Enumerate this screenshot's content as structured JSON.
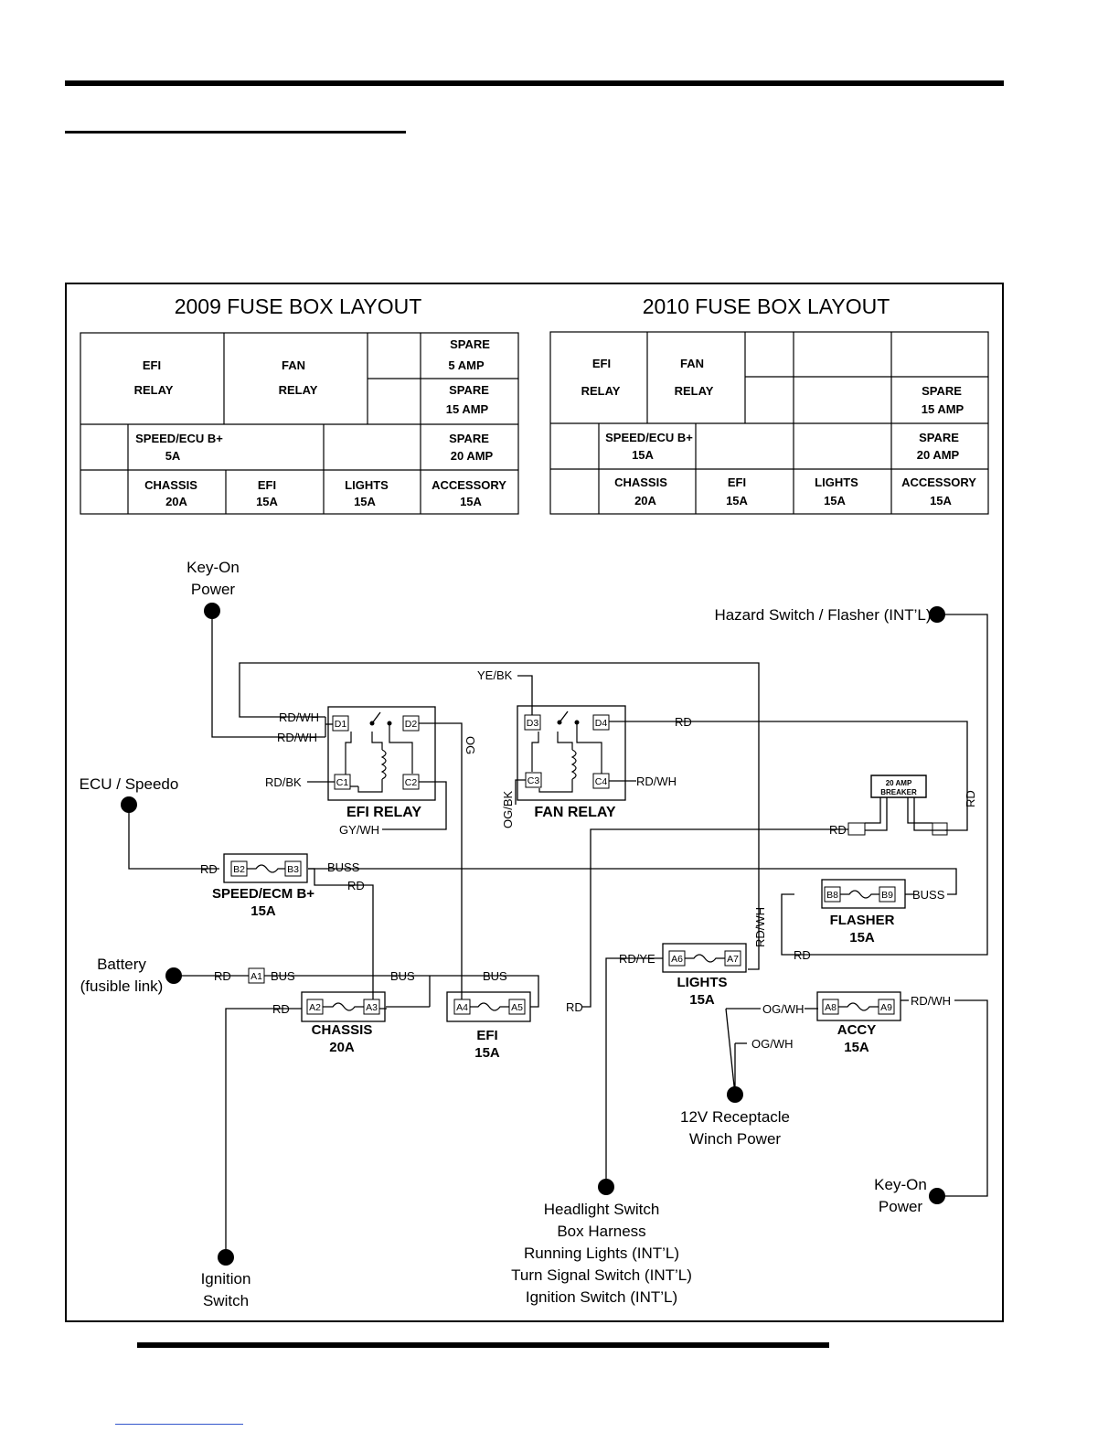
{
  "layout_2009": {
    "title": "2009 FUSE BOX LAYOUT",
    "efi_relay": [
      "EFI",
      "RELAY"
    ],
    "fan_relay": [
      "FAN",
      "RELAY"
    ],
    "spare_5": [
      "SPARE",
      "5 AMP"
    ],
    "spare_15": [
      "SPARE",
      "15 AMP"
    ],
    "speed": [
      "SPEED/ECU B+",
      "5A"
    ],
    "spare_20": [
      "SPARE",
      "20 AMP"
    ],
    "chassis": [
      "CHASSIS",
      "20A"
    ],
    "efi": [
      "EFI",
      "15A"
    ],
    "lights": [
      "LIGHTS",
      "15A"
    ],
    "accessory": [
      "ACCESSORY",
      "15A"
    ]
  },
  "layout_2010": {
    "title": "2010 FUSE BOX LAYOUT",
    "efi_relay": [
      "EFI",
      "RELAY"
    ],
    "fan_relay": [
      "FAN",
      "RELAY"
    ],
    "spare_15": [
      "SPARE",
      "15 AMP"
    ],
    "speed": [
      "SPEED/ECU B+",
      "15A"
    ],
    "spare_20": [
      "SPARE",
      "20 AMP"
    ],
    "chassis": [
      "CHASSIS",
      "20A"
    ],
    "efi": [
      "EFI",
      "15A"
    ],
    "lights": [
      "LIGHTS",
      "15A"
    ],
    "accessory": [
      "ACCESSORY",
      "15A"
    ]
  },
  "endpoints": {
    "key_on_top": [
      "Key-On",
      "Power"
    ],
    "hazard": "Hazard Switch / Flasher (INT’L)",
    "ecu_speedo": "ECU / Speedo",
    "battery": [
      "Battery",
      "(fusible link)"
    ],
    "receptacle": [
      "12V Receptacle",
      "Winch Power"
    ],
    "key_on_bottom": [
      "Key-On",
      "Power"
    ],
    "headlight": [
      "Headlight Switch",
      "Box Harness",
      "Running Lights (INT’L)",
      "Turn Signal Switch (INT’L)",
      "Ignition Switch (INT’L)"
    ],
    "ignition": [
      "Ignition",
      "Switch"
    ]
  },
  "components": {
    "efi_relay": "EFI RELAY",
    "fan_relay": "FAN RELAY",
    "breaker": [
      "20 AMP",
      "BREAKER"
    ],
    "speed_fuse": [
      "SPEED/ECM B+",
      "15A"
    ],
    "flasher_fuse": [
      "FLASHER",
      "15A"
    ],
    "chassis_fuse": [
      "CHASSIS",
      "20A"
    ],
    "efi_fuse": [
      "EFI",
      "15A"
    ],
    "lights_fuse": [
      "LIGHTS",
      "15A"
    ],
    "accy_fuse": [
      "ACCY",
      "15A"
    ]
  },
  "terminals": {
    "d1": "D1",
    "d2": "D2",
    "c1": "C1",
    "c2": "C2",
    "d3": "D3",
    "d4": "D4",
    "c3": "C3",
    "c4": "C4",
    "b2": "B2",
    "b3": "B3",
    "b8": "B8",
    "b9": "B9",
    "a1": "A1",
    "a2": "A2",
    "a3": "A3",
    "a4": "A4",
    "a5": "A5",
    "a6": "A6",
    "a7": "A7",
    "a8": "A8",
    "a9": "A9"
  },
  "wire_labels": {
    "rdwh_1": "RD/WH",
    "rdwh_2": "RD/WH",
    "rdbk": "RD/BK",
    "gywh": "GY/WH",
    "og": "OG",
    "yebk": "YE/BK",
    "rd_fan": "RD",
    "rdwh_fan": "RD/WH",
    "ogbk": "OG/BK",
    "rd_vert": "RD",
    "rd_breaker": "RD",
    "rd_speed": "RD",
    "buss_speed": "BUSS",
    "rd_b3": "RD",
    "buss_flasher": "BUSS",
    "rdwh_vert": "RD/WH",
    "rd_flasher": "RD",
    "rd_battery": "RD",
    "bus_1": "BUS",
    "bus_2": "BUS",
    "bus_3": "BUS",
    "rd_chassis": "RD",
    "rd_efi": "RD",
    "rdye": "RD/YE",
    "ogwh_1": "OG/WH",
    "ogwh_2": "OG/WH",
    "rdwh_accy": "RD/WH"
  }
}
